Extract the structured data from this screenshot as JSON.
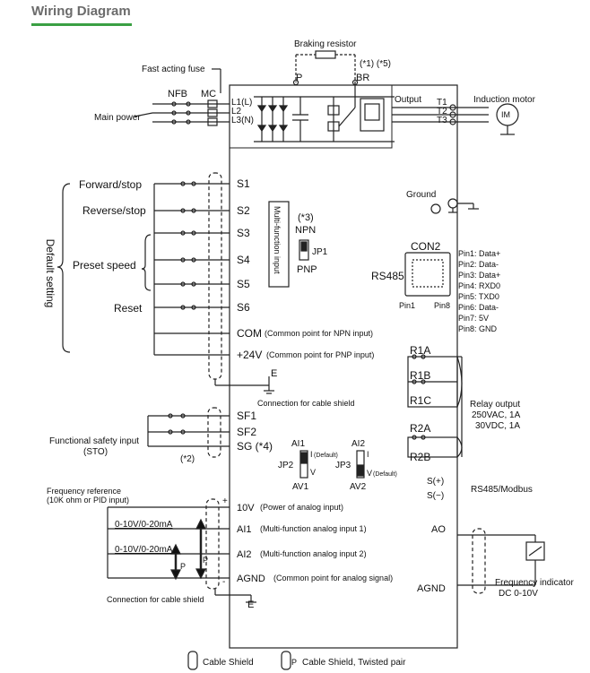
{
  "header": {
    "title": "Wiring Diagram",
    "accent_color": "#3aa043"
  },
  "power": {
    "braking_resistor": "Braking resistor",
    "notes_15": "(*1) (*5)",
    "fast_fuse": "Fast acting fuse",
    "nfb": "NFB",
    "mc": "MC",
    "main_power": "Main power",
    "l1": "L1(L)",
    "l2": "L2",
    "l3": "L3(N)",
    "p": "P",
    "br": "BR",
    "output": "Output",
    "t1": "T1",
    "t2": "T2",
    "t3": "T3",
    "motor": "Induction motor",
    "motor_symbol": "IM",
    "ground": "Ground"
  },
  "inputs": {
    "default_setting": "Default setting",
    "forward": "Forward/stop",
    "reverse": "Reverse/stop",
    "preset": "Preset speed",
    "reset": "Reset",
    "s1": "S1",
    "s2": "S2",
    "s3": "S3",
    "s4": "S4",
    "s5": "S5",
    "s6": "S6",
    "com": "COM",
    "com_desc": "(Common point for NPN input)",
    "v24": "+24V",
    "v24_desc": "(Common point for PNP input)",
    "e": "E",
    "shield": "Connection for cable shield",
    "multi_input": "Multi-function input",
    "note3": "(*3)",
    "npn": "NPN",
    "pnp": "PNP",
    "jp1": "JP1"
  },
  "comm": {
    "con2": "CON2",
    "rs485": "RS485",
    "pin1": "Pin1",
    "pin8": "Pin8",
    "pins": [
      "Pin1: Data+",
      "Pin2: Data-",
      "Pin3: Data+",
      "Pin4: RXD0",
      "Pin5: TXD0",
      "Pin6: Data-",
      "Pin7: 5V",
      "Pin8: GND"
    ],
    "splus": "S(+)",
    "sminus": "S(−)",
    "modbus": "RS485/Modbus"
  },
  "relay": {
    "r1a": "R1A",
    "r1b": "R1B",
    "r1c": "R1C",
    "r2a": "R2A",
    "r2b": "R2B",
    "title": "Relay output",
    "spec1": "250VAC, 1A",
    "spec2": "30VDC, 1A"
  },
  "safety": {
    "title": "Functional safety input",
    "sto": "(STO)",
    "note2": "(*2)",
    "sf1": "SF1",
    "sf2": "SF2",
    "sg": "SG (*4)"
  },
  "jumpers": {
    "ai1": "AI1",
    "ai2": "AI2",
    "i1": "I",
    "i2": "I",
    "default1": "(Default)",
    "default2": "(Default)",
    "jp2": "JP2",
    "jp3": "JP3",
    "v1": "V",
    "v2": "V",
    "av1": "AV1",
    "av2": "AV2"
  },
  "analog": {
    "freq_ref": "Frequency reference",
    "freq_ref2": "(10K ohm or PID input)",
    "range1": "0-10V/0-20mA",
    "range2": "0-10V/0-20mA",
    "v10": "10V",
    "v10_desc": "(Power of analog input)",
    "ai1": "AI1",
    "ai1_desc": "(Multi-function analog input 1)",
    "ai2": "AI2",
    "ai2_desc": "(Multi-function analog input 2)",
    "agnd": "AGND",
    "agnd_desc": "(Common point for analog signal)",
    "shield": "Connection for cable shield",
    "e": "E",
    "plus": "+",
    "minus": "-",
    "p1": "P",
    "p2": "P"
  },
  "output": {
    "ao": "AO",
    "agnd": "AGND",
    "freq_ind": "Frequency indicator",
    "dc": "DC 0-10V"
  },
  "legend": {
    "cable_shield": "Cable Shield",
    "twisted": "Cable Shield, Twisted pair",
    "p": "P"
  }
}
